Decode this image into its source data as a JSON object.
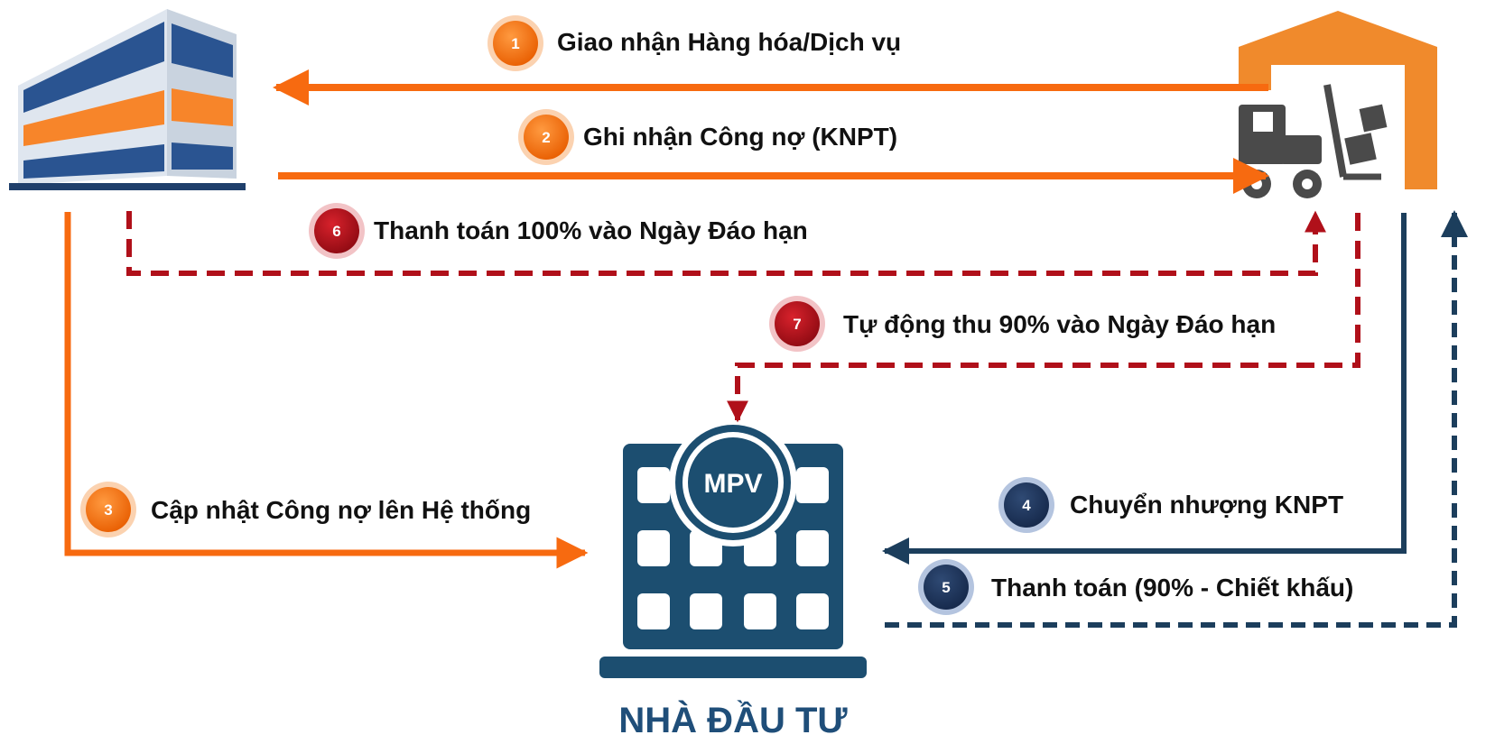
{
  "colors": {
    "orange": "#f76a10",
    "dark_red": "#b0101a",
    "navy": "#1c3e5c",
    "building_blue": "#2a5491",
    "investor_title": "#1f4e79"
  },
  "icons": {
    "supplier": "office-building-icon",
    "buyer": "warehouse-forklift-icon",
    "investor": "bank-building-icon"
  },
  "investor": {
    "logo_text": "MPV",
    "title": "NHÀ ĐẦU TƯ"
  },
  "steps": [
    {
      "number": "1",
      "label": "Giao nhận Hàng hóa/Dịch vụ"
    },
    {
      "number": "2",
      "label": "Ghi nhận Công nợ (KNPT)"
    },
    {
      "number": "3",
      "label": "Cập nhật Công nợ lên Hệ thống"
    },
    {
      "number": "4",
      "label": "Chuyển nhượng KNPT"
    },
    {
      "number": "5",
      "label": "Thanh toán (90% - Chiết khấu)"
    },
    {
      "number": "6",
      "label": "Thanh toán 100% vào Ngày Đáo hạn"
    },
    {
      "number": "7",
      "label": "Tự động thu 90% vào Ngày Đáo hạn"
    }
  ]
}
